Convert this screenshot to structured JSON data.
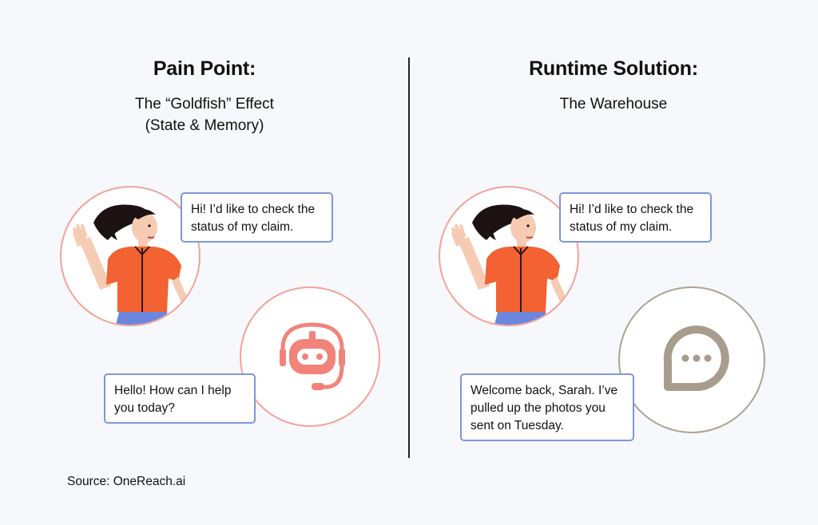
{
  "left": {
    "heading": "Pain Point:",
    "subtitle_line1": "The “Goldfish” Effect",
    "subtitle_line2": "(State & Memory)",
    "user_message": "Hi! I’d like to check the status of my claim.",
    "bot_message": "Hello! How can I help you today?",
    "bot_icon": "robot-headset-icon"
  },
  "right": {
    "heading": "Runtime Solution:",
    "subtitle": "The Warehouse",
    "user_message": "Hi! I’d like to check the status of my claim.",
    "bot_message": "Welcome back, Sarah. I’ve pulled up the photos you sent on Tuesday.",
    "bot_icon": "chat-bubble-icon"
  },
  "source": "Source: OneReach.ai",
  "colors": {
    "background": "#f7f8fb",
    "pink_ring": "#f1a39a",
    "taupe_ring": "#ada293",
    "bubble_border": "#7f96d8",
    "robot": "#f2837a",
    "chat_icon": "#a89d8d",
    "shirt": "#f26232",
    "jeans": "#6a86de"
  }
}
